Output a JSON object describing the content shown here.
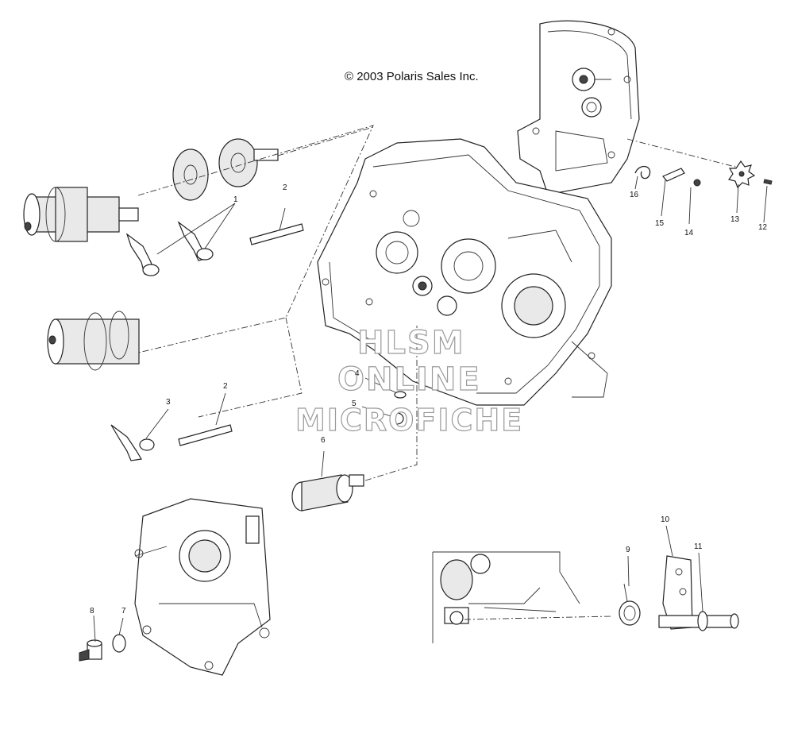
{
  "copyright": "© 2003 Polaris Sales Inc.",
  "watermark": {
    "line1": "HLSM",
    "line2": "ONLINE",
    "line3": "MICROFICHE"
  },
  "callouts": {
    "c1": "1",
    "c2a": "2",
    "c2b": "2",
    "c3": "3",
    "c4": "4",
    "c5": "5",
    "c6": "6",
    "c7": "7",
    "c8": "8",
    "c9": "9",
    "c10": "10",
    "c11": "11",
    "c12": "12",
    "c13": "13",
    "c14": "14",
    "c15": "15",
    "c16": "16"
  }
}
